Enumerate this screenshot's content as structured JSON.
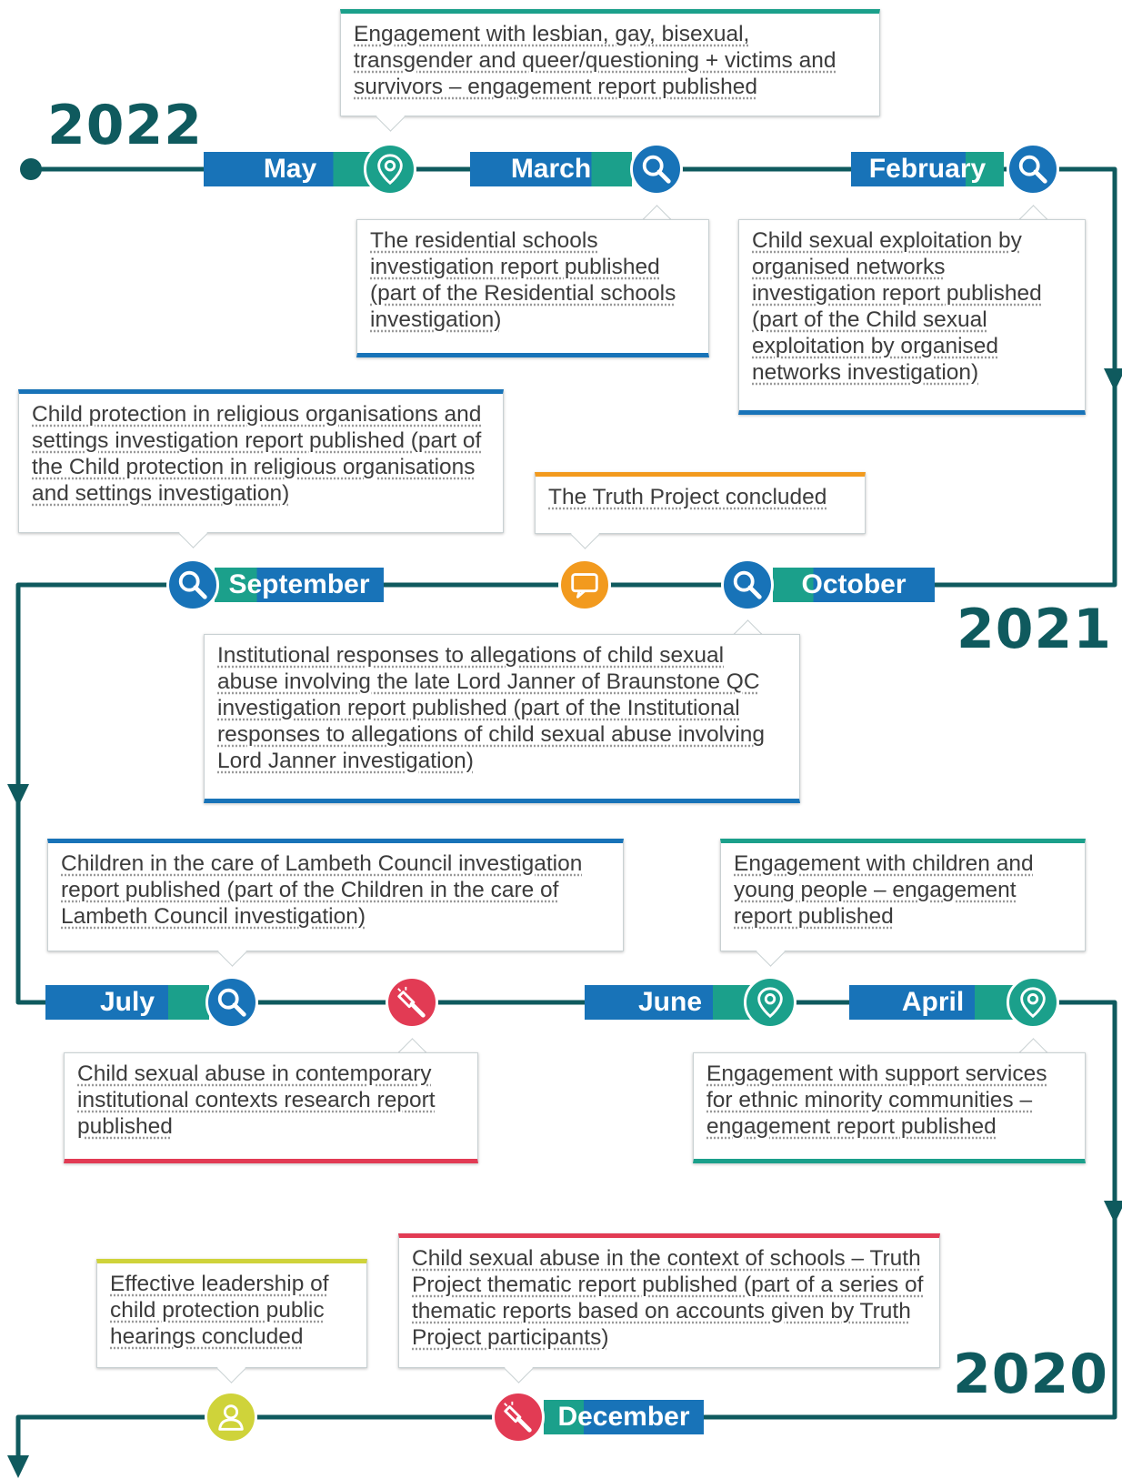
{
  "years": {
    "y2022": "2022",
    "y2021": "2021",
    "y2020": "2020"
  },
  "months": {
    "may": "May",
    "march": "March",
    "february": "February",
    "september": "September",
    "october": "October",
    "july": "July",
    "june": "June",
    "april": "April",
    "december": "December"
  },
  "events": {
    "lgbtq_engagement": "Engagement with lesbian, gay, bisexual, transgender and queer/questioning + victims and survivors – engagement report published",
    "residential_schools": "The residential schools investigation report published (part of the Residential schools investigation)",
    "cse_networks": "Child sexual exploitation by organised networks investigation report published (part of the Child sexual exploitation by organised networks investigation)",
    "religious_organisations": "Child protection in religious organisations and settings investigation report published (part of the Child protection in religious organisations and settings investigation)",
    "truth_project": "The Truth Project concluded",
    "lord_janner": "Institutional responses to allegations of child sexual abuse involving the late Lord Janner of Braunstone QC investigation report published (part of the Institutional responses to allegations of child sexual abuse involving Lord Janner investigation)",
    "lambeth": "Children in the care of Lambeth Council investigation report published (part of the Children in the care of Lambeth Council investigation)",
    "young_people": "Engagement with children and young people – engagement report published",
    "contemporary_contexts": "Child sexual abuse in contemporary institutional contexts research report published",
    "ethnic_minority": "Engagement with support services for ethnic minority communities – engagement report published",
    "effective_leadership": "Effective leadership of child protection public hearings concluded",
    "schools_thematic": "Child sexual abuse in the context of schools – Truth Project thematic report published (part of a series of thematic reports based on accounts given by Truth Project participants)"
  },
  "icons": {
    "investigation": "search-icon",
    "engagement": "location-pin-icon",
    "truth_project": "speech-bubble-icon",
    "research": "flashlight-icon",
    "hearing": "person-icon"
  },
  "colors": {
    "line": "#0f5a5e",
    "investigation": "#1873b8",
    "engagement": "#1ba08b",
    "truth_project": "#f29a1e",
    "research": "#e23b54",
    "hearing": "#cfd33a"
  }
}
